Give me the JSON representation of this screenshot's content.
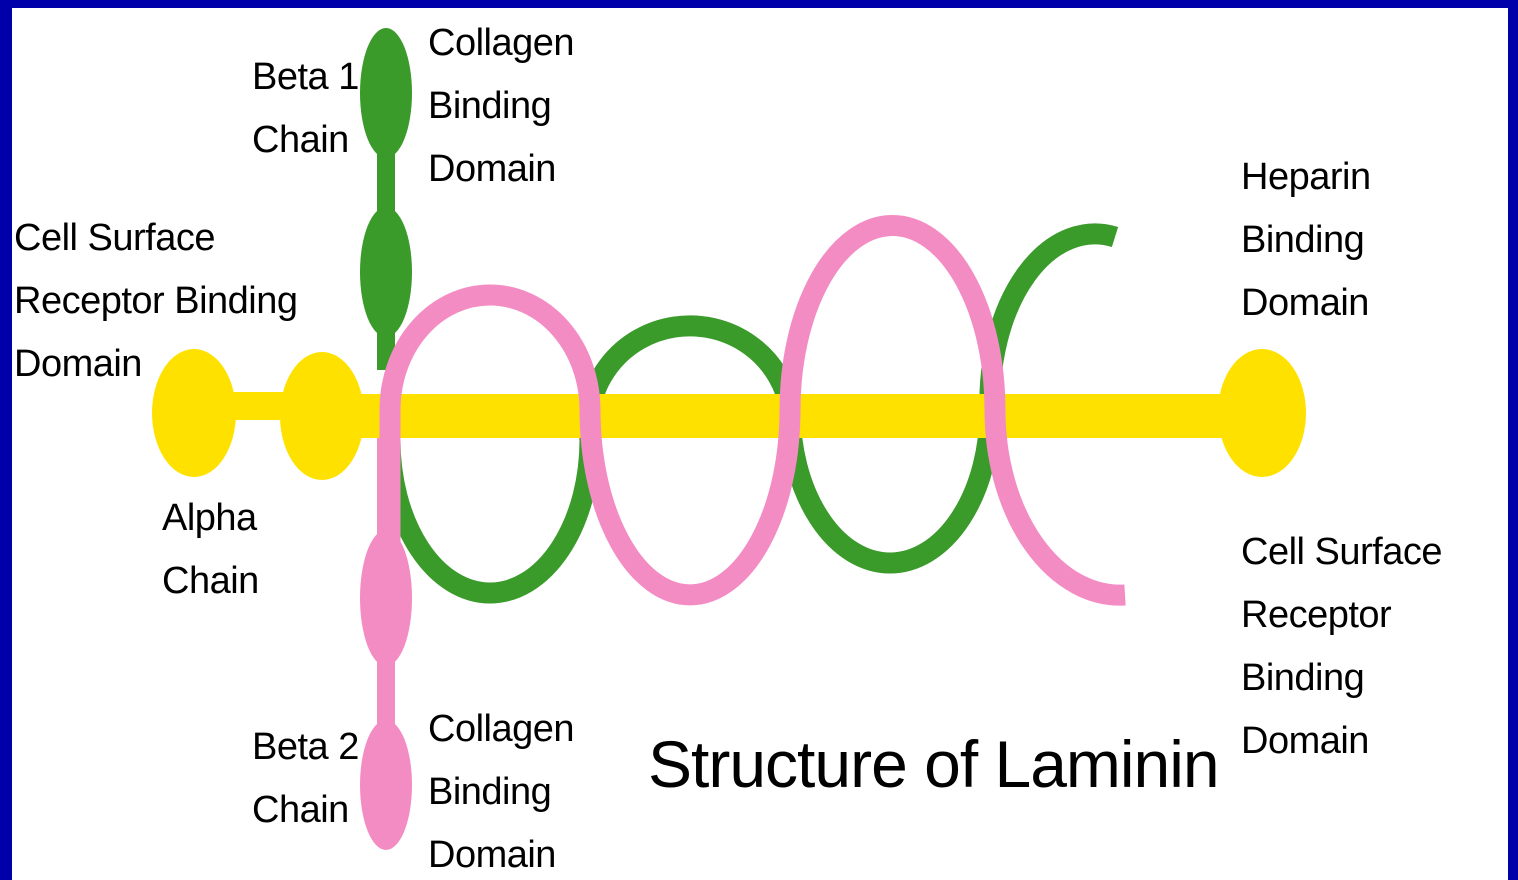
{
  "title": "Structure of Laminin",
  "labels": {
    "beta1_chain": "Beta 1\nChain",
    "collagen_binding_top": "Collagen\nBinding\nDomain",
    "cell_surface_left": "Cell Surface\nReceptor Binding\nDomain",
    "alpha_chain": "Alpha\nChain",
    "heparin_binding": "Heparin\nBinding\nDomain",
    "cell_surface_right": "Cell Surface\nReceptor Binding\nDomain",
    "beta2_chain": "Beta 2\nChain",
    "collagen_binding_bottom": "Collagen\nBinding\nDomain"
  },
  "colors": {
    "frame": "#0000aa",
    "background": "#ffffff",
    "alpha_chain": "#ffe100",
    "beta1_chain": "#3a9a2a",
    "beta2_chain": "#f48cc4"
  }
}
